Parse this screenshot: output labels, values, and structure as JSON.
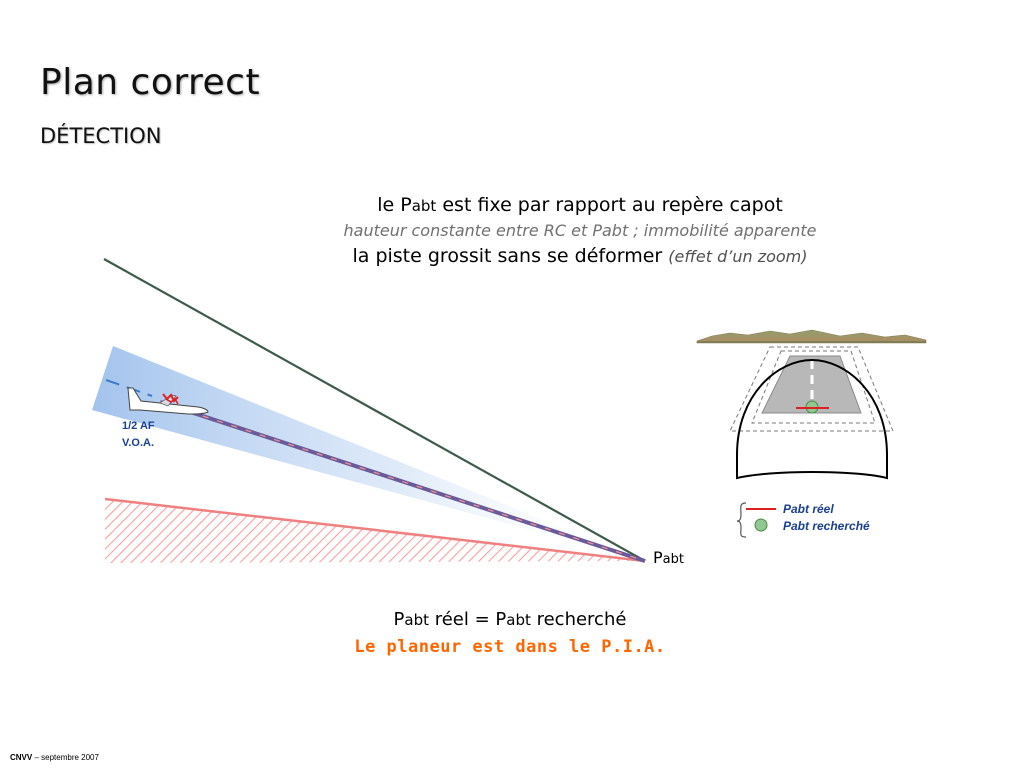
{
  "slide": {
    "title": "Plan correct",
    "subtitle": "DÉTECTION"
  },
  "caption_top": {
    "line1_le": "le ",
    "line1_p": "P",
    "line1_abt": "abt",
    "line1_rest": " est fixe par rapport au repère capot",
    "line2": "hauteur constante entre RC et Pabt ; immobilité apparente",
    "line3_main": "la piste grossit sans se déformer ",
    "line3_note": "(effet d’un zoom)"
  },
  "diagram": {
    "glider_label_1": "1/2 AF",
    "glider_label_2": "V.O.A.",
    "pabt_p": "P",
    "pabt_abt": "abt",
    "colors": {
      "upper_line": "#3d5a4a",
      "lower_line": "#f08080",
      "glide_path": "#6a5a9a",
      "cone": "#9ec0ec",
      "hatch": "#f7a0a0",
      "legend_red": "#e02020",
      "legend_green": "#90c890"
    }
  },
  "legend": {
    "pabt_reel": "Pabt réel",
    "pabt_recherche": "Pabt recherché"
  },
  "caption_bottom": {
    "p1": "P",
    "abt1": "abt",
    "mid": " réel = ",
    "p2": "P",
    "abt2": "abt",
    "end": " recherché",
    "line2": "Le planeur est dans le P.I.A."
  },
  "footer": {
    "org": "CNVV",
    "date": " – septembre 2007"
  }
}
